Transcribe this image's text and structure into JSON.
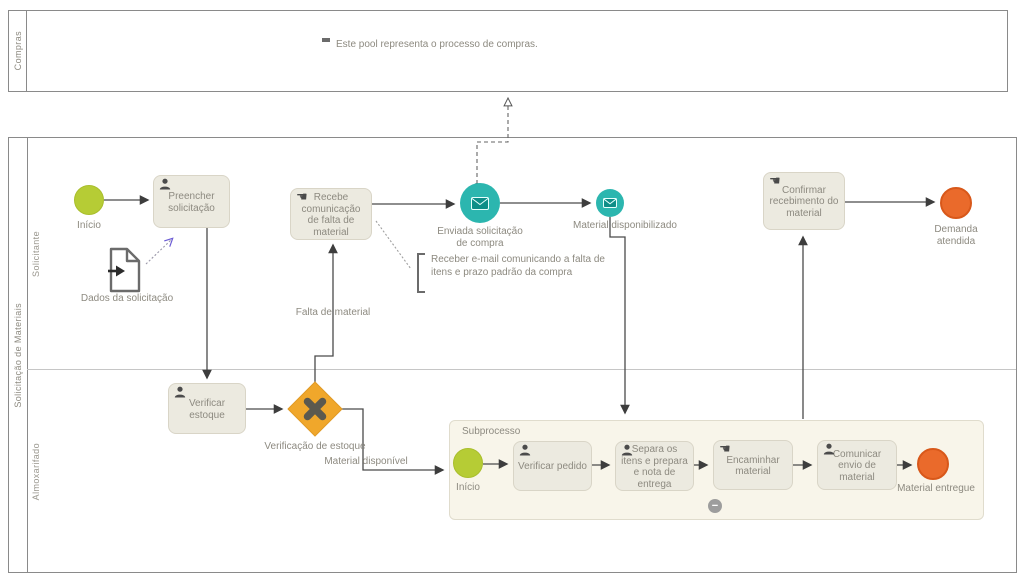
{
  "colors": {
    "start_event": "#B6CC35",
    "end_event": "#EA6A2B",
    "message_event": "#2CB6AF",
    "gateway": "#F0A72B",
    "task_fill": "#ECEAE0",
    "subprocess_fill": "#F8F5EA",
    "label_text": "#8D8A80",
    "connector": "#4A4A4A"
  },
  "pools": {
    "compras": {
      "label": "Compras",
      "annotation": "Este pool representa o processo de compras."
    },
    "materiais": {
      "label": "Solicitação de Materiais",
      "lanes": {
        "solicitante": "Solicitante",
        "almoxarifado": "Almoxarifado"
      }
    }
  },
  "events": {
    "inicio": "Início",
    "enviada_solicitacao": "Enviada solicitação de compra",
    "material_disponibilizado": "Material disponibilizado",
    "demanda_atendida": "Demanda atendida",
    "sub_inicio": "Início",
    "material_entregue": "Material entregue"
  },
  "tasks": {
    "preencher": "Preencher solicitação",
    "recebe_comunicacao": "Recebe comunicação de falta de material",
    "confirmar_recebimento": "Confirmar recebimento do material",
    "verificar_estoque": "Verificar estoque",
    "verificar_pedido": "Verificar pedido",
    "separa_itens": "Separa os itens e prepara e nota de entrega",
    "encaminhar": "Encaminhar material",
    "comunicar_envio": "Comunicar envio de material"
  },
  "gateway": {
    "label": "Verificação de estoque"
  },
  "data_object": {
    "label": "Dados da solicitação"
  },
  "flow_labels": {
    "falta_material": "Falta de material",
    "material_disponivel": "Material disponível"
  },
  "subprocess": {
    "label": "Subprocesso"
  },
  "annotations": {
    "receber_email": "Receber e-mail comunicando a falta de itens e prazo padrão da compra"
  },
  "icons": {
    "manual_hand": "☚",
    "collapse_minus": "−"
  }
}
